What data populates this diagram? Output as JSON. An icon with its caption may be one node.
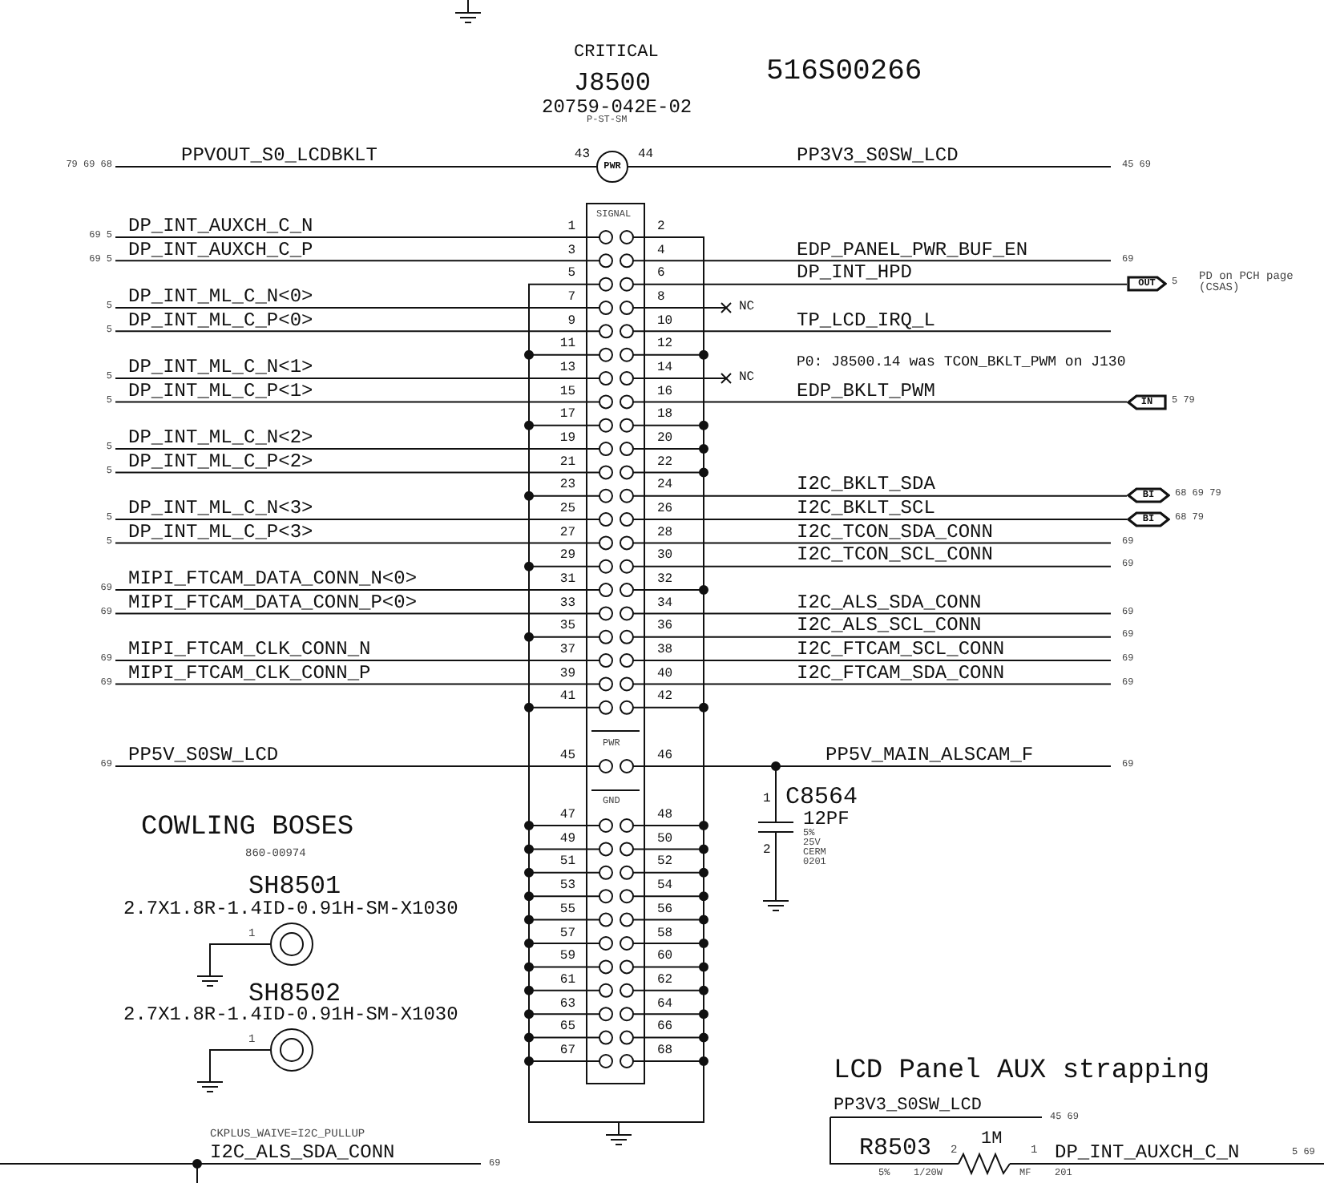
{
  "diagram": {
    "nodes": [
      {
        "text": [
          "PWR"
        ]
      },
      {
        "text": [
          "OUT"
        ]
      },
      {
        "text": [
          "IN"
        ]
      },
      {
        "text": [
          "BI"
        ]
      },
      {
        "text": [
          "BI"
        ]
      }
    ],
    "labels": [
      "CRITICAL",
      "516S00266",
      "J8500",
      "20759-042E-02",
      "P-ST-SM",
      "79 69 68",
      "PPVOUT_S0_LCDBKLT",
      "43",
      "44",
      "PP3V3_S0SW_LCD",
      "45 69",
      "SIGNAL",
      "69 5",
      "DP_INT_AUXCH_C_N",
      "1",
      "2",
      "69 5",
      "DP_INT_AUXCH_C_P",
      "3",
      "4",
      "EDP_PANEL_PWR_BUF_EN",
      "69",
      "5",
      "6",
      "DP_INT_HPD",
      "5",
      "PD on PCH page (CSAS)",
      "5",
      "DP_INT_ML_C_N<0>",
      "7",
      "8",
      "NC",
      "5",
      "DP_INT_ML_C_P<0>",
      "9",
      "10",
      "TP_LCD_IRQ_L",
      "11",
      "12",
      "5",
      "DP_INT_ML_C_N<1>",
      "13",
      "14",
      "NC",
      "P0: J8500.14 was TCON_BKLT_PWM on J130",
      "5",
      "DP_INT_ML_C_P<1>",
      "15",
      "16",
      "EDP_BKLT_PWM",
      "5 79",
      "17",
      "18",
      "5",
      "DP_INT_ML_C_N<2>",
      "19",
      "20",
      "5",
      "DP_INT_ML_C_P<2>",
      "21",
      "22",
      "23",
      "24",
      "I2C_BKLT_SDA",
      "68 69 79",
      "5",
      "DP_INT_ML_C_N<3>",
      "25",
      "26",
      "I2C_BKLT_SCL",
      "68 79",
      "5",
      "DP_INT_ML_C_P<3>",
      "27",
      "28",
      "I2C_TCON_SDA_CONN",
      "69",
      "29",
      "30",
      "I2C_TCON_SCL_CONN",
      "69",
      "69",
      "MIPI_FTCAM_DATA_CONN_N<0>",
      "31",
      "32",
      "69",
      "MIPI_FTCAM_DATA_CONN_P<0>",
      "33",
      "34",
      "I2C_ALS_SDA_CONN",
      "69",
      "35",
      "36",
      "I2C_ALS_SCL_CONN",
      "69",
      "69",
      "MIPI_FTCAM_CLK_CONN_N",
      "37",
      "38",
      "I2C_FTCAM_SCL_CONN",
      "69",
      "69",
      "MIPI_FTCAM_CLK_CONN_P",
      "39",
      "40",
      "I2C_FTCAM_SDA_CONN",
      "69",
      "41",
      "42",
      "PWR",
      "69",
      "PP5V_S0SW_LCD",
      "45",
      "46",
      "PP5V_MAIN_ALSCAM_F",
      "69",
      "GND",
      "1",
      "C8564",
      "12PF",
      "5%",
      "25V",
      "CERM",
      "0201",
      "2",
      "47",
      "48",
      "49",
      "50",
      "51",
      "52",
      "53",
      "54",
      "55",
      "56",
      "57",
      "58",
      "59",
      "60",
      "61",
      "62",
      "63",
      "64",
      "65",
      "66",
      "67",
      "68",
      "COWLING BOSES",
      "860-00974",
      "SH8501",
      "2.7X1.8R-1.4ID-0.91H-SM-X1030",
      "1",
      "SH8502",
      "2.7X1.8R-1.4ID-0.91H-SM-X1030",
      "1",
      "LCD Panel AUX strapping",
      "PP3V3_S0SW_LCD",
      "45 69",
      "R8503",
      "2",
      "1M",
      "1",
      "DP_INT_AUXCH_C_N",
      "5 69",
      "5%",
      "1/20W",
      "MF",
      "201",
      "CKPLUS_WAIVE=I2C_PULLUP",
      "I2C_ALS_SDA_CONN",
      "69"
    ]
  }
}
